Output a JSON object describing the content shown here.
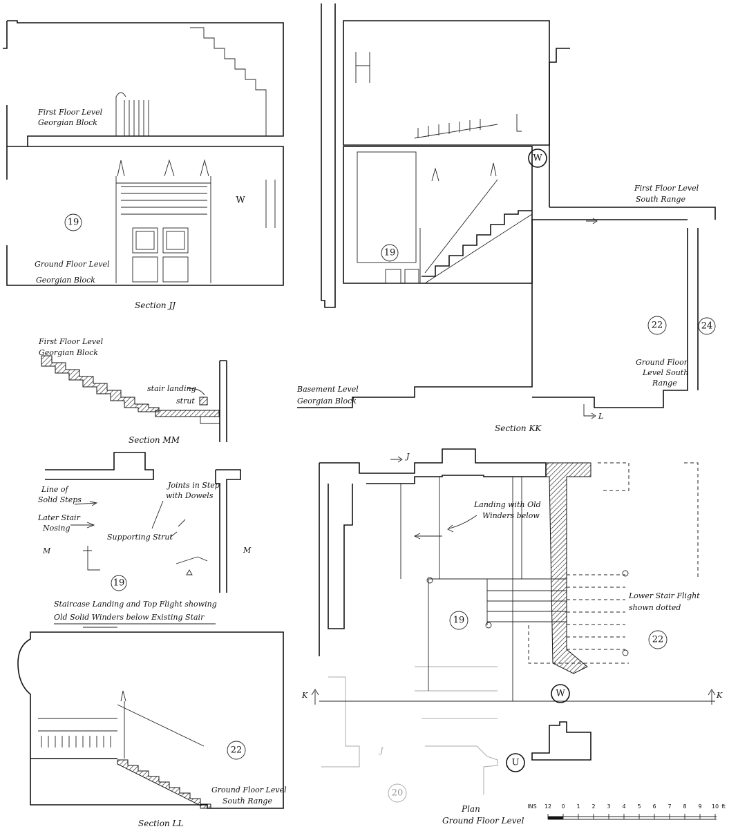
{
  "section_jj": {
    "caption": "Section JJ",
    "first_floor_1": "First Floor Level",
    "first_floor_2": "Georgian Block",
    "ground_floor_1": "Ground Floor Level",
    "ground_floor_2": "Georgian Block",
    "room": "19",
    "door_mark": "W"
  },
  "section_kk": {
    "caption": "Section KK",
    "first_floor_1": "First Floor Level",
    "first_floor_2": "South Range",
    "ground_floor_1": "Ground Floor",
    "ground_floor_2": "Level South",
    "ground_floor_3": "Range",
    "basement_1": "Basement Level",
    "basement_2": "Georgian Block",
    "room_19": "19",
    "room_22": "22",
    "room_24": "24",
    "door_mark": "W",
    "section_arrow": "L"
  },
  "section_mm": {
    "caption": "Section MM",
    "first_floor_1": "First Floor Level",
    "first_floor_2": "Georgian Block",
    "stair_landing": "stair landing",
    "strut": "strut"
  },
  "detail": {
    "line_of_solid_1": "Line of",
    "line_of_solid_2": "Solid Steps",
    "later_stair_1": "Later Stair",
    "later_stair_2": "Nosing",
    "joints_1": "Joints in Step",
    "joints_2": "with Dowels",
    "supporting_strut": "Supporting Strut",
    "m_left": "M",
    "m_right": "M",
    "room": "19",
    "caption_1": "Staircase Landing and Top Flight showing",
    "caption_2": "Old Solid Winders below Existing Stair"
  },
  "section_ll": {
    "caption": "Section LL",
    "ground_floor_1": "Ground Floor Level",
    "ground_floor_2": "South Range",
    "room": "22"
  },
  "plan": {
    "caption_1": "Plan",
    "caption_2": "Ground Floor Level",
    "landing_1": "Landing with Old",
    "landing_2": "Winders below",
    "lower_flight_1": "Lower Stair Flight",
    "lower_flight_2": "shown dotted",
    "room_19": "19",
    "room_20": "20",
    "room_22": "22",
    "mark_w": "W",
    "mark_u": "U",
    "k_left": "K",
    "k_right": "K",
    "j_top": "J",
    "j_bottom": "J"
  },
  "scale": {
    "ins_label": "INS",
    "ft_label": "ft",
    "ticks": [
      "12",
      "0",
      "1",
      "2",
      "3",
      "4",
      "5",
      "6",
      "7",
      "8",
      "9",
      "10"
    ]
  }
}
